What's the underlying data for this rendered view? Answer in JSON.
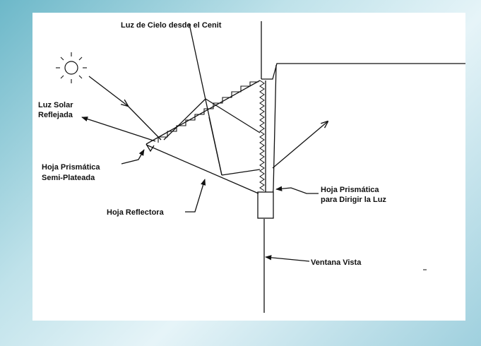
{
  "labels": {
    "sky_light": "Luz de Cielo desde el Cenit",
    "reflected_sunlight_line1": "Luz Solar",
    "reflected_sunlight_line2": "Reflejada",
    "semi_silvered_line1": "Hoja Prismática",
    "semi_silvered_line2": "Semi-Plateada",
    "reflector_sheet": "Hoja Reflectora",
    "directing_sheet_line1": "Hoja Prismática",
    "directing_sheet_line2": "para Dirigir la Luz",
    "view_window": "Ventana Vista"
  },
  "colors": {
    "background_gradient_start": "#6db8c9",
    "background_gradient_end": "#e6f4f8",
    "panel": "#ffffff",
    "ink": "#111111"
  },
  "icons": {
    "sun": "sun-icon"
  }
}
